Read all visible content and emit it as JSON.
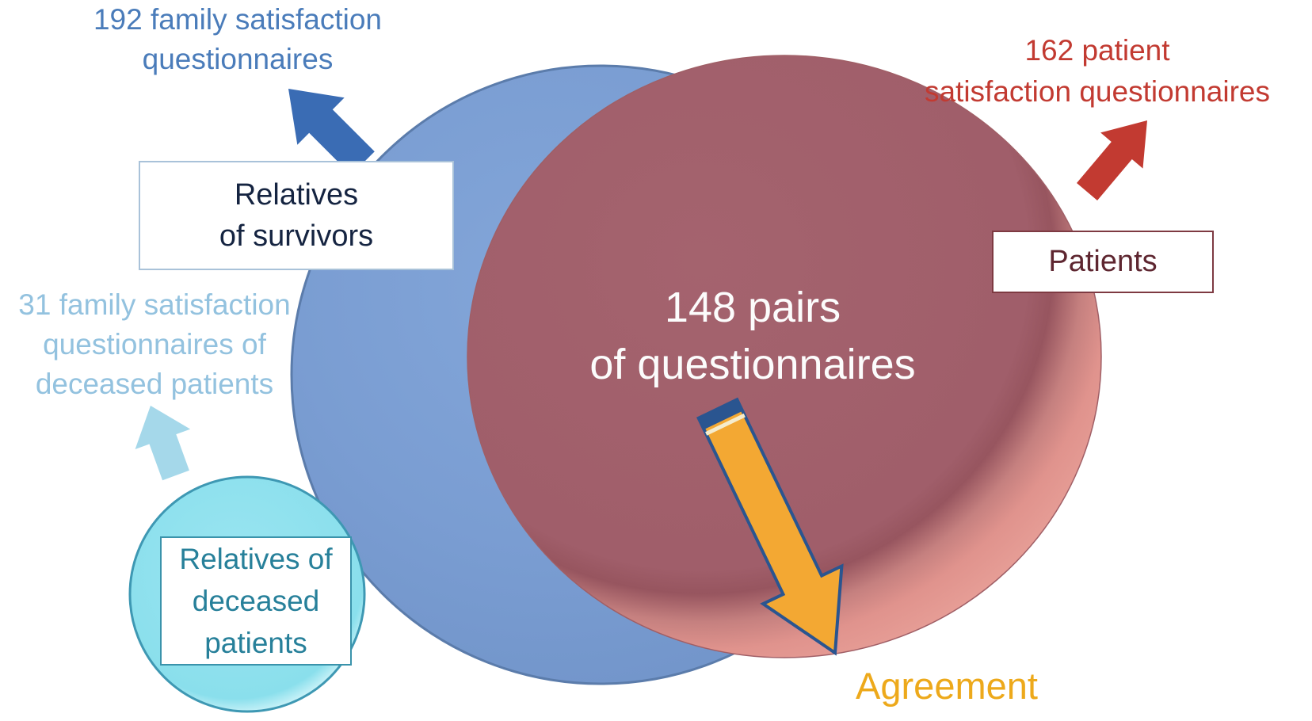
{
  "figure": {
    "title_hint": "Venn diagram of satisfaction questionnaires",
    "background_color": "#ffffff",
    "counts": {
      "family_questionnaires": 192,
      "patient_questionnaires": 162,
      "deceased_family_questionnaires": 31,
      "questionnaire_pairs": 148
    },
    "labels": {
      "family_questionnaires": {
        "lines": [
          "192 family satisfaction",
          "questionnaires"
        ],
        "color": "#4a7cba"
      },
      "patient_questionnaires": {
        "lines": [
          "162 patient",
          "satisfaction questionnaires"
        ],
        "color": "#c23a31"
      },
      "deceased_family_questionnaires": {
        "lines": [
          "31 family satisfaction",
          "questionnaires of",
          "deceased patients"
        ],
        "color": "#93c2df"
      },
      "pairs": {
        "lines": [
          "148 pairs",
          "of questionnaires"
        ],
        "color": "#fcfcfc"
      },
      "agreement": {
        "text": "Agreement",
        "color": "#eda91b"
      }
    },
    "boxes": {
      "relatives_survivors": {
        "lines": [
          "Relatives",
          "of survivors"
        ],
        "text_color": "#152441",
        "border_color": "#a9c2d9"
      },
      "patients": {
        "text": "Patients",
        "text_color": "#5e2630",
        "border_color": "#7e3a42"
      },
      "relatives_deceased": {
        "lines": [
          "Relatives of",
          "deceased",
          "patients"
        ],
        "text_color": "#27809a",
        "border_color": "#3a93ab"
      }
    },
    "shapes": {
      "blue_set": {
        "meaning": "relatives of survivors",
        "fill": "#7a9dd2",
        "edge": "#5b7cab"
      },
      "red_set": {
        "meaning": "patients",
        "fill": "#a05e6a",
        "rim": "#e0938d",
        "edge": "#a05f66"
      },
      "cyan_set": {
        "meaning": "relatives of deceased patients",
        "fill": "#8adfec",
        "edge": "#3e98b3"
      }
    },
    "arrows": {
      "blue": {
        "color": "#3a6cb4",
        "direction": "up-left"
      },
      "red": {
        "color": "#c23a31",
        "direction": "up-right"
      },
      "cyan": {
        "color": "#a5d8ea",
        "direction": "up"
      },
      "orange": {
        "fill": "#f3a833",
        "outline": "#2a5590",
        "cap_stripe": "#f5eccd",
        "direction": "down-right"
      }
    }
  }
}
